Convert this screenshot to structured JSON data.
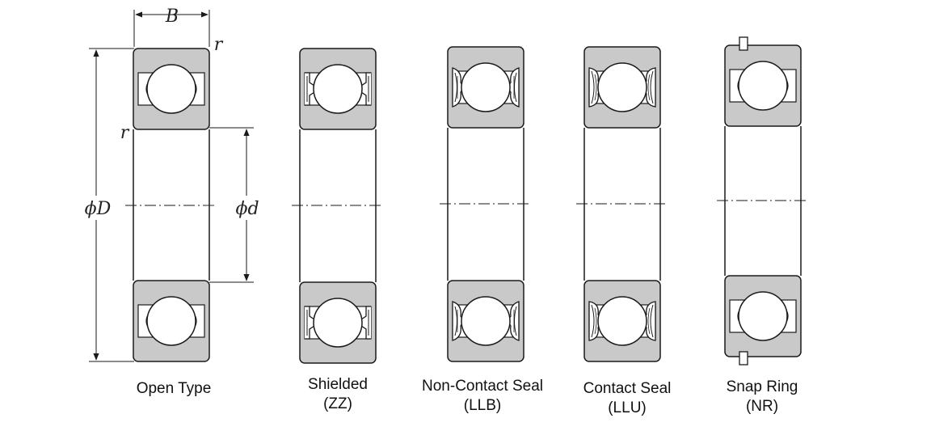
{
  "colors": {
    "ring_fill": "#c9c9c9",
    "outline": "#1a1a1a",
    "background": "#ffffff"
  },
  "dimensions": {
    "width_label": "B",
    "radius_label": "r",
    "outer_diameter_label": "ϕD",
    "bore_diameter_label": "ϕd"
  },
  "bearings": [
    {
      "name": "Open Type",
      "code": "",
      "seal": "open"
    },
    {
      "name": "Shielded",
      "code": "(ZZ)",
      "seal": "shield"
    },
    {
      "name": "Non-Contact Seal",
      "code": "(LLB)",
      "seal": "noncontact"
    },
    {
      "name": "Contact Seal",
      "code": "(LLU)",
      "seal": "contact"
    },
    {
      "name": "Snap Ring",
      "code": "(NR)",
      "seal": "snapring"
    }
  ]
}
